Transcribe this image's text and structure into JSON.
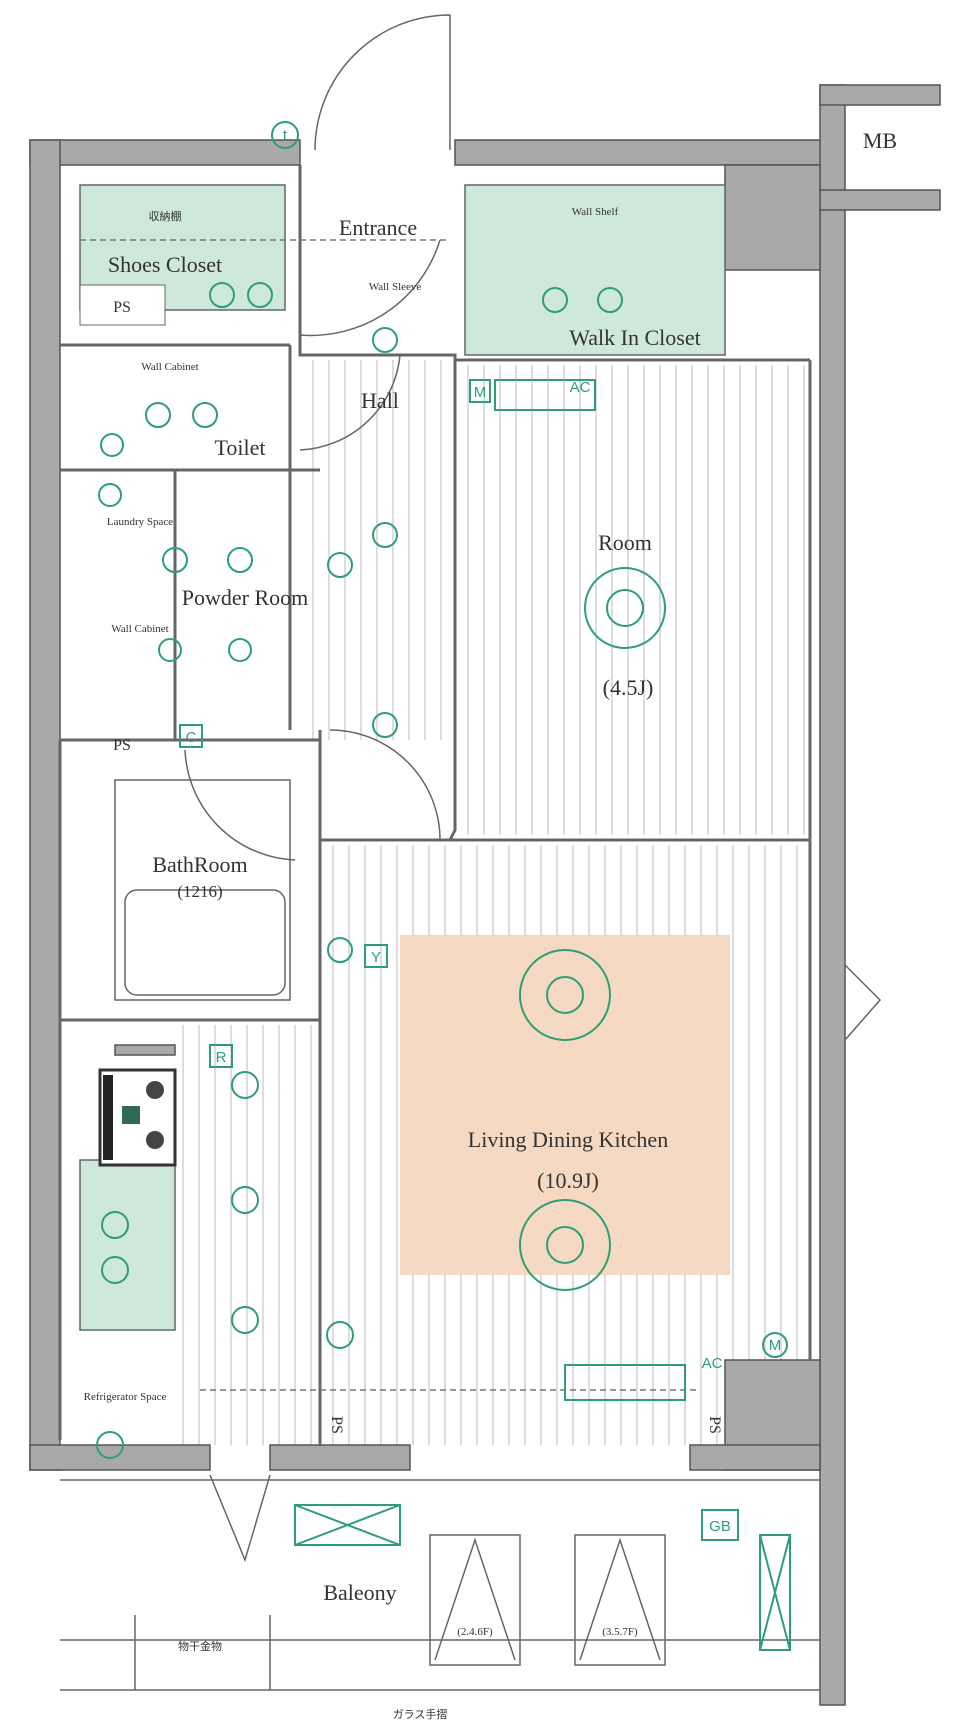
{
  "colors": {
    "wall": "#a9a9a9",
    "storage": "#cfe8dc",
    "equipment": "#2e9e73",
    "ldk_highlight": "#f6d9c3"
  },
  "labels": {
    "mb": "MB",
    "entrance": "Entrance",
    "wall_sleeve": "Wall Sleeve",
    "storage_shelf": "収納棚",
    "shoes_closet": "Shoes Closet",
    "ps_top": "PS",
    "wall_cabinet_toilet": "Wall Cabinet",
    "toilet": "Toilet",
    "hall": "Hall",
    "wall_shelf": "Wall Shelf",
    "walk_in_closet": "Walk In Closet",
    "room": "Room",
    "room_size": "(4.5J)",
    "laundry": "Laundry Space",
    "powder_room": "Powder Room",
    "wall_cabinet_powder": "Wall Cabinet",
    "ps_mid": "PS",
    "bathroom": "BathRoom",
    "bathroom_size": "(1216)",
    "ldk": "Living Dining Kitchen",
    "ldk_size": "(10.9J)",
    "refrigerator": "Refrigerator Space",
    "ps_vertical_left": "PS",
    "ps_vertical_right": "PS",
    "balcony": "Baleony",
    "hatch_left": "(2.4.6F)",
    "hatch_right": "(3.5.7F)",
    "hanger": "物干金物",
    "glass_railing": "ガラス手摺"
  },
  "markers": {
    "t": "t",
    "m_room": "M",
    "ac_room": "AC",
    "c": "C",
    "r": "R",
    "y": "Y",
    "m_ldk": "M",
    "ac_ldk": "AC",
    "gb": "GB"
  }
}
